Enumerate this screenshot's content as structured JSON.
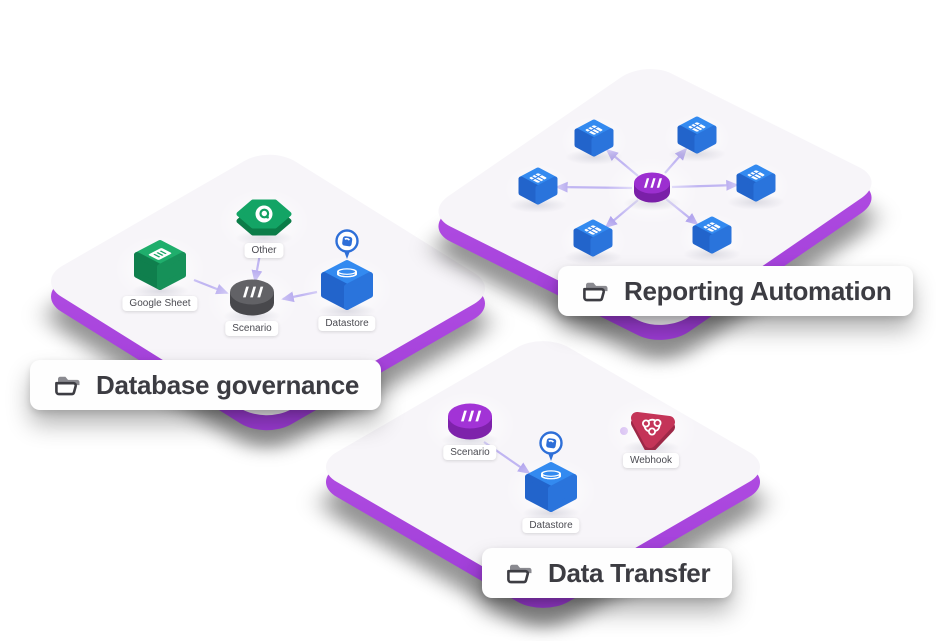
{
  "colors": {
    "accent_purple": "#bf58ea",
    "card_surface": "#f7f5f9",
    "connector": "#beb2f1",
    "node_blue": "#2f7fe8",
    "node_green": "#16a564",
    "node_gray": "#5d5d62",
    "node_purple": "#9c2fd0",
    "node_red": "#c43458",
    "pin_blue": "#2e6fd8",
    "title_text": "#3c3c42",
    "label_text": "#4b4b52"
  },
  "cards": {
    "reporting_automation": {
      "title": "Reporting Automation",
      "hub_node": "scenario",
      "spoke_count": 6
    },
    "database_governance": {
      "title": "Database governance",
      "nodes": {
        "other": {
          "label": "Other"
        },
        "google_sheet": {
          "label": "Google Sheet"
        },
        "scenario": {
          "label": "Scenario"
        },
        "datastore": {
          "label": "Datastore"
        }
      }
    },
    "data_transfer": {
      "title": "Data Transfer",
      "nodes": {
        "scenario": {
          "label": "Scenario"
        },
        "datastore": {
          "label": "Datastore"
        },
        "webhook": {
          "label": "Webhook"
        }
      }
    }
  }
}
